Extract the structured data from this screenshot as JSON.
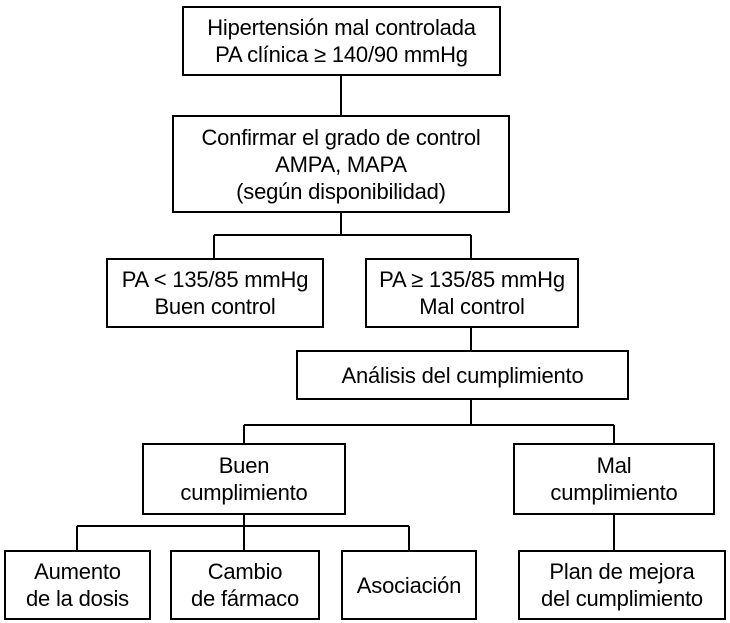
{
  "flowchart": {
    "start": {
      "line1": "Hipertensión mal controlada",
      "line2": "PA clínica ≥ 140/90 mmHg"
    },
    "confirm": {
      "line1": "Confirmar el grado de control",
      "line2": "AMPA, MAPA",
      "line3": "(según disponibilidad)"
    },
    "good_control": {
      "line1": "PA < 135/85 mmHg",
      "line2": "Buen control"
    },
    "bad_control": {
      "line1": "PA ≥ 135/85 mmHg",
      "line2": "Mal control"
    },
    "adherence_analysis": {
      "line1": "Análisis del cumplimiento"
    },
    "good_adherence": {
      "line1": "Buen",
      "line2": "cumplimiento"
    },
    "bad_adherence": {
      "line1": "Mal",
      "line2": "cumplimiento"
    },
    "dose_increase": {
      "line1": "Aumento",
      "line2": "de la dosis"
    },
    "drug_change": {
      "line1": "Cambio",
      "line2": "de fármaco"
    },
    "association": {
      "line1": "Asociación"
    },
    "adherence_plan": {
      "line1": "Plan de mejora",
      "line2": "del cumplimiento"
    }
  }
}
